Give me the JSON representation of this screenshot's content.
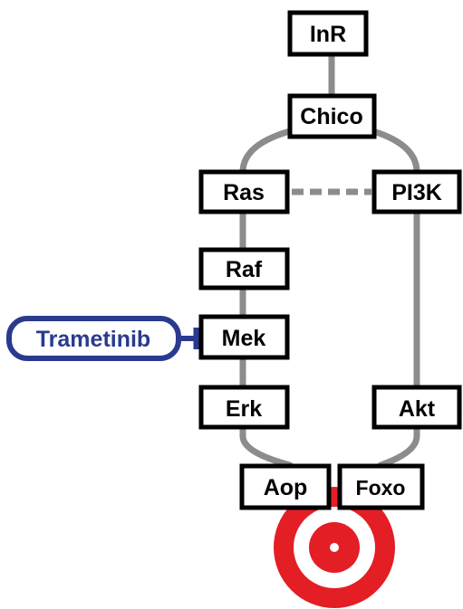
{
  "nodes": {
    "inr": "InR",
    "chico": "Chico",
    "ras": "Ras",
    "pi3k": "PI3K",
    "raf": "Raf",
    "mek": "Mek",
    "erk": "Erk",
    "akt": "Akt",
    "aop": "Aop",
    "foxo": "Foxo"
  },
  "inhibitor": {
    "label": "Trametinib",
    "target": "Mek"
  },
  "colors": {
    "node_border": "#000000",
    "node_fill": "#ffffff",
    "edge": "#8c8c8c",
    "inhibitor": "#2a3a8f",
    "target_red": "#e31e24"
  },
  "icons": {
    "target": "target-bullseye-icon"
  }
}
